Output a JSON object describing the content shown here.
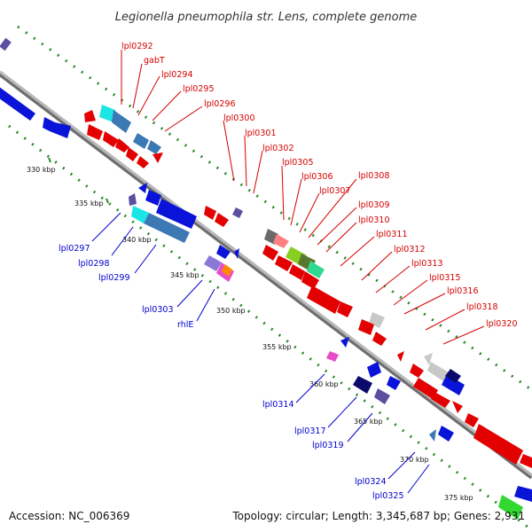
{
  "title": "Legionella pneumophila str. Lens, complete genome",
  "footer": {
    "accession": "Accession: NC_006369",
    "summary": "Topology: circular; Length: 3,345,687 bp; Genes: 2,931"
  },
  "colors": {
    "forward_label": "#d40000",
    "reverse_label": "#0000cc",
    "backbone": "#8a8a8a",
    "tick": "#2a8a2a"
  },
  "kbp_labels": [
    "330 kbp",
    "335 kbp",
    "340 kbp",
    "345 kbp",
    "350 kbp",
    "355 kbp",
    "360 kbp",
    "365 kbp",
    "370 kbp",
    "375 kbp"
  ],
  "forward_labels": [
    "lpl0292",
    "gabT",
    "lpl0294",
    "lpl0295",
    "lpl0296",
    "lpl0300",
    "lpl0301",
    "lpl0302",
    "lpl0305",
    "lpl0306",
    "lpl0307",
    "lpl0308",
    "lpl0309",
    "lpl0310",
    "lpl0311",
    "lpl0312",
    "lpl0313",
    "lpl0315",
    "lpl0316",
    "lpl0318",
    "lpl0320"
  ],
  "reverse_labels": [
    "lpl0297",
    "lpl0298",
    "lpl0299",
    "lpl0303",
    "rhlE",
    "lpl0314",
    "lpl0317",
    "lpl0319",
    "lpl0324",
    "lpl0325"
  ]
}
